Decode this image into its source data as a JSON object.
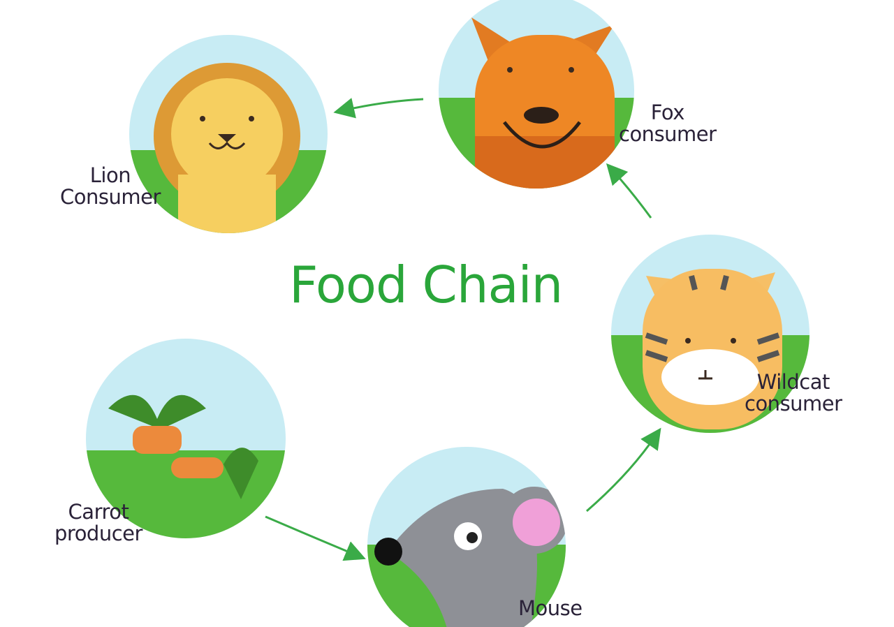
{
  "title": "Food Chain",
  "colors": {
    "title": "#2aa63a",
    "arrow": "#3aab48",
    "sky": "#bfe8f2",
    "grass": "#55b83a"
  },
  "nodes": [
    {
      "name": "Lion",
      "role": "Consumer"
    },
    {
      "name": "Fox",
      "role": "consumer"
    },
    {
      "name": "Wildcat",
      "role": "consumer"
    },
    {
      "name": "Mouse",
      "role": ""
    },
    {
      "name": "Carrot",
      "role": "producer"
    }
  ],
  "flow": [
    "Carrot",
    "Mouse",
    "Wildcat",
    "Fox",
    "Lion"
  ]
}
